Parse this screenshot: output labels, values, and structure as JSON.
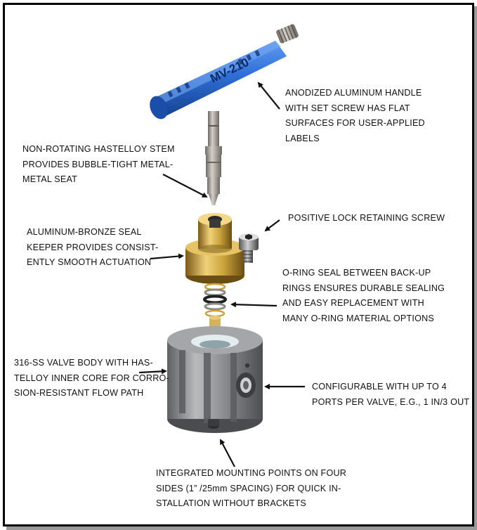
{
  "handle_engraving": "MV-210",
  "callouts": {
    "handle": "ANODIZED ALUMINUM HANDLE\nWITH SET SCREW HAS FLAT\nSURFACES FOR USER-APPLIED\nLABELS",
    "stem": "NON-ROTATING HASTELLOY STEM\nPROVIDES BUBBLE-TIGHT METAL-\nMETAL SEAT",
    "lock_screw": "POSITIVE LOCK RETAINING SCREW",
    "seal_keeper": "ALUMINUM-BRONZE SEAL\nKEEPER PROVIDES  CONSIST-\nENTLY SMOOTH ACTUATION",
    "oring": "O-RING SEAL BETWEEN BACK-UP\nRINGS ENSURES DURABLE SEALING\nAND EASY REPLACEMENT WITH\nMANY O-RING MATERIAL OPTIONS",
    "valve_body": "316-SS VALVE BODY WITH  HAS-\nTELLOY INNER CORE FOR CORRO-\nSION-RESISTANT FLOW PATH",
    "ports": "CONFIGURABLE WITH UP TO 4\nPORTS PER VALVE,  E.G., 1 IN/3 OUT",
    "mounting": "INTEGRATED MOUNTING POINTS ON FOUR\nSIDES (1” /25mm SPACING) FOR QUICK IN-\nSTALLATION WITHOUT BRACKETS"
  },
  "colors": {
    "handle": "#2f6fd6",
    "keeper": "#c9a23a",
    "body": "#7f8083",
    "stem": "#a8a29a"
  }
}
